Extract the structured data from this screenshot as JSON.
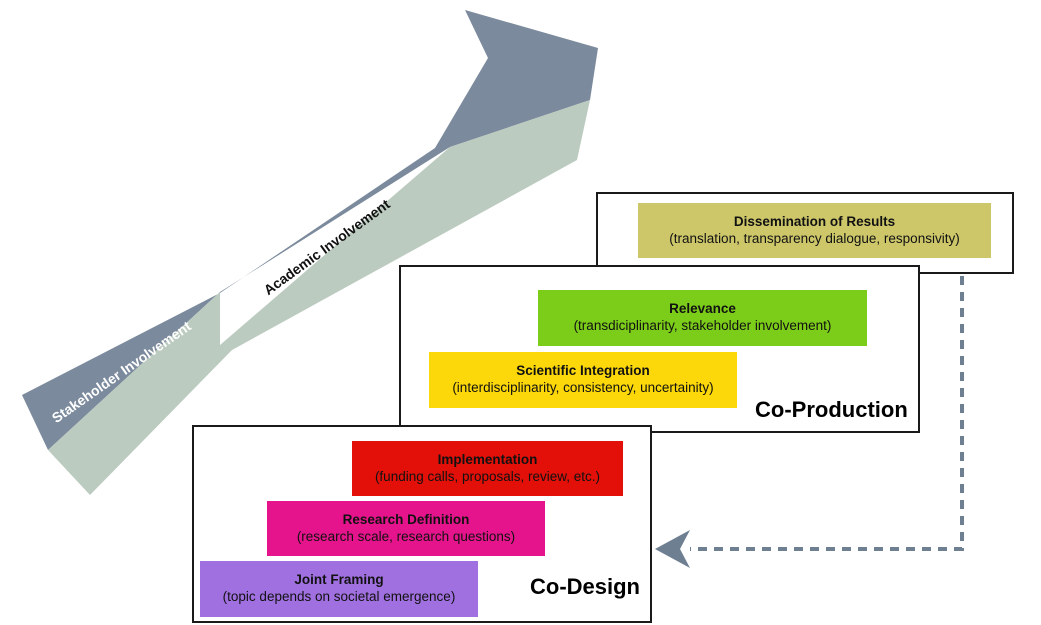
{
  "arrow": {
    "stakeholder_label": "Stakeholder Involvement",
    "academic_label": "Academic Involvement",
    "colors": {
      "stakeholder": "#7b8a9c",
      "academic": "#bccbc0"
    }
  },
  "panels": {
    "dissemination": {
      "title": "Dissemination of Results",
      "subtitle": "(translation, transparency dialogue, responsivity)",
      "color": "#cdc76a"
    },
    "coproduction": {
      "label": "Co-Production",
      "relevance": {
        "title": "Relevance",
        "subtitle": "(transdiciplinarity, stakeholder involvement)",
        "color": "#7ccd1a"
      },
      "integration": {
        "title": "Scientific Integration",
        "subtitle": "(interdisciplinarity, consistency, uncertainity)",
        "color": "#fcd80a"
      }
    },
    "codesign": {
      "label": "Co-Design",
      "implementation": {
        "title": "Implementation",
        "subtitle": "(funding calls, proposals, review, etc.)",
        "color": "#e21008"
      },
      "research_definition": {
        "title": "Research Definition",
        "subtitle": "(research scale, research questions)",
        "color": "#e6148c"
      },
      "joint_framing": {
        "title": "Joint Framing",
        "subtitle": "(topic depends on societal emergence)",
        "color": "#a070e0"
      }
    }
  },
  "feedback_arrow_color": "#6f7f92"
}
